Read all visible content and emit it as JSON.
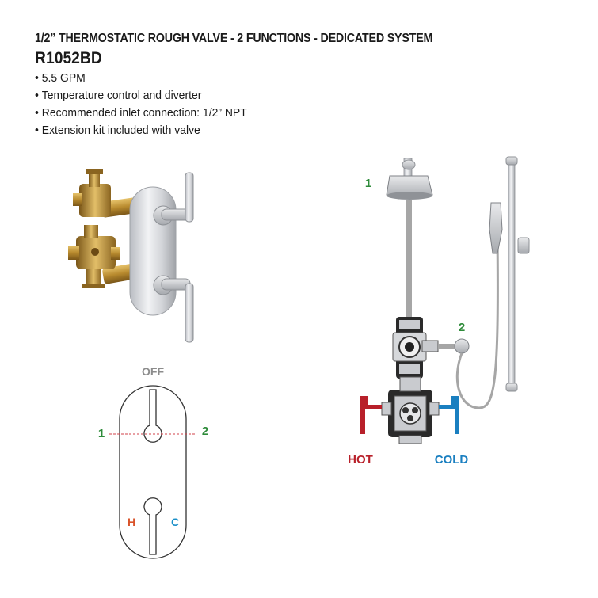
{
  "header": {
    "title": "1/2” THERMOSTATIC ROUGH VALVE - 2 FUNCTIONS - DEDICATED SYSTEM",
    "model": "R1052BD",
    "specs": [
      "5.5 GPM",
      "Temperature control and diverter",
      "Recommended inlet connection: 1/2” NPT",
      "Extension kit included with valve"
    ]
  },
  "trim_diagram": {
    "off_label": "OFF",
    "function_1": "1",
    "function_2": "2",
    "hot_short": "H",
    "cold_short": "C"
  },
  "shower_diagram": {
    "outlet_1": "1",
    "outlet_2": "2",
    "hot_label": "HOT",
    "cold_label": "COLD"
  },
  "colors": {
    "green": "#2e8b3a",
    "hot": "#b8202a",
    "cold": "#1a7fc0",
    "h_orange": "#d9532a",
    "c_blue": "#1a8fc8",
    "pipe": "#a6a6a6"
  }
}
